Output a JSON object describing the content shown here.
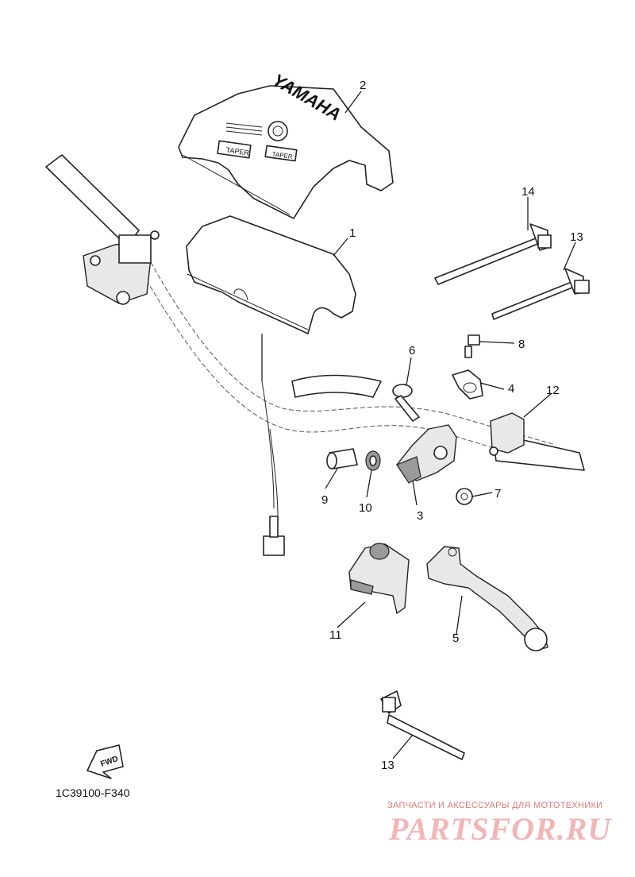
{
  "diagram": {
    "callouts": [
      "1",
      "2",
      "3",
      "4",
      "5",
      "6",
      "7",
      "8",
      "9",
      "10",
      "11",
      "12",
      "13",
      "14",
      "13"
    ],
    "cover_logo_text": "YAMAHA",
    "cover_badge_1": "TAPER",
    "cover_badge_2": "TAPER",
    "fwd_label": "FWD",
    "drawing_code": "1C39100-F340"
  },
  "watermark": {
    "tagline": "ЗАПЧАСТИ И АКСЕССУАРЫ ДЛЯ МОТОТЕХНИКИ",
    "brand": "PARTSFOR.RU"
  }
}
